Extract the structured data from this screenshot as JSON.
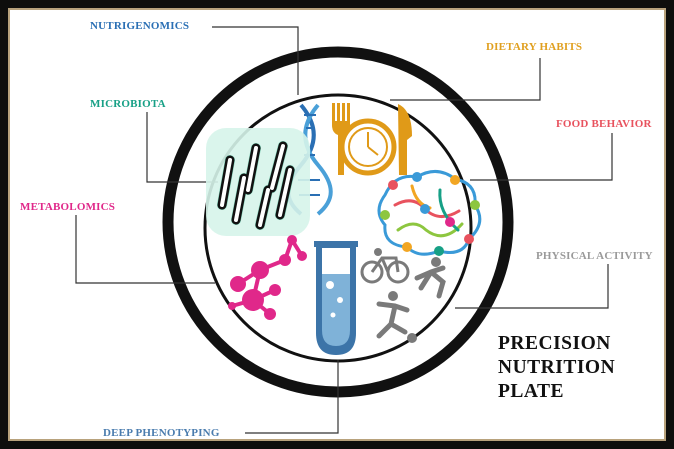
{
  "labels": {
    "nutrigenomics": "NUTRIGENOMICS",
    "dietary_habits": "DIETARY HABITS",
    "microbiota": "MICROBIOTA",
    "food_behavior": "FOOD BEHAVIOR",
    "metabolomics": "METABOLOMICS",
    "physical_activity": "PHYSICAL ACTIVITY",
    "deep_phenotyping": "DEEP PHENOTYPING"
  },
  "title": {
    "line1": "PRECISION",
    "line2": "NUTRITION",
    "line3": "PLATE"
  },
  "colors": {
    "nutrigenomics": "#2a6fb4",
    "dietary_habits": "#e0a020",
    "microbiota": "#17a086",
    "food_behavior": "#e8525e",
    "metabolomics": "#e0288a",
    "physical_activity": "#9a9a9a",
    "deep_phenotyping": "#4a7cae"
  }
}
